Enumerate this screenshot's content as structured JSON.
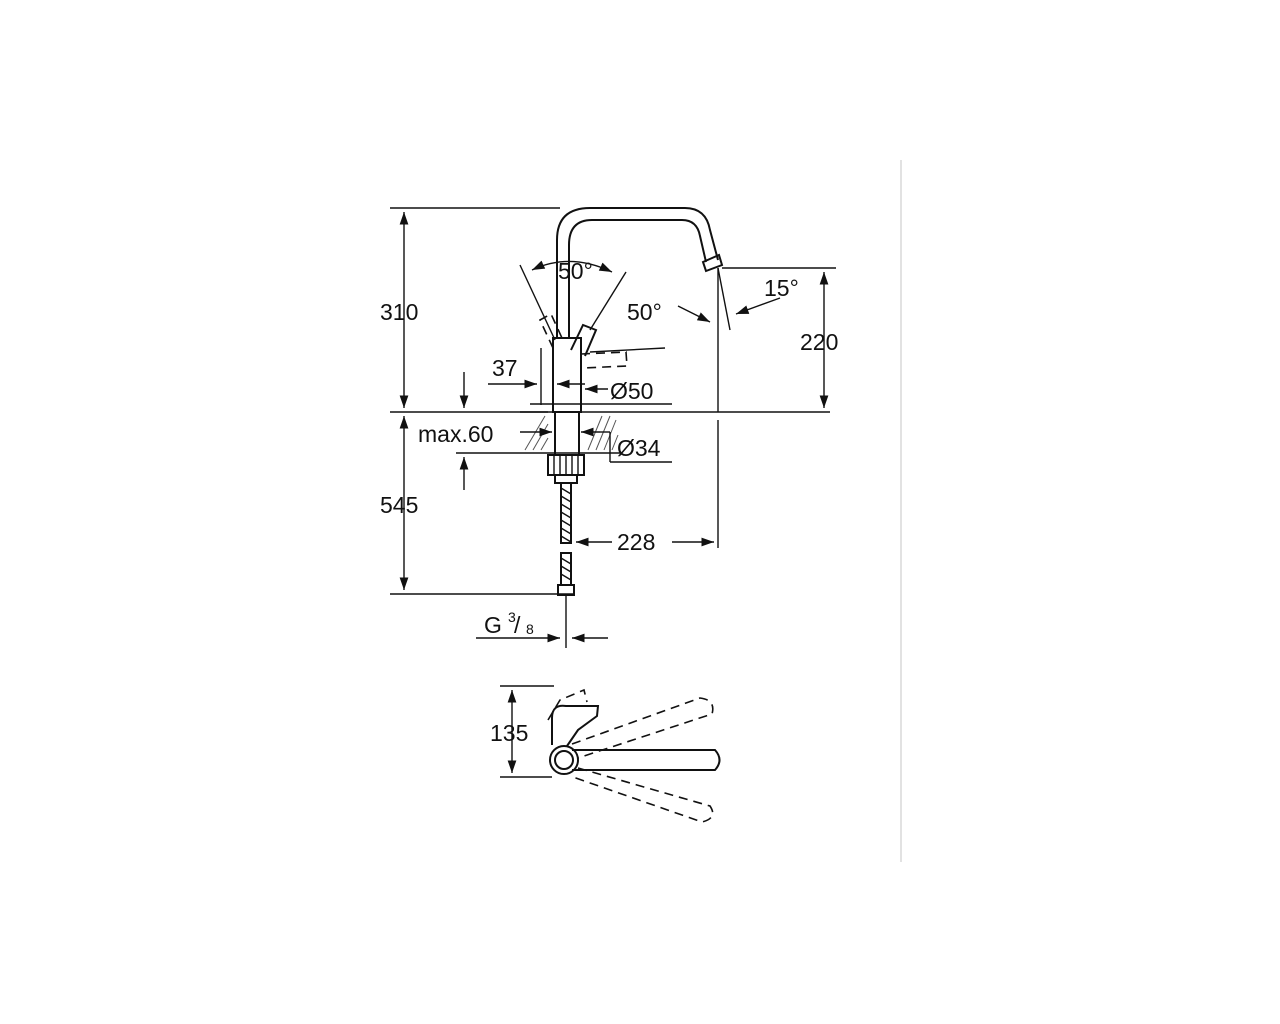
{
  "dimensions": {
    "height_total": "310",
    "spout_height": "220",
    "handle_angle_top": "50°",
    "handle_angle_side": "50°",
    "spout_angle": "15°",
    "handle_offset": "37",
    "body_diameter": "Ø50",
    "max_deck_thickness": "max.60",
    "hole_diameter": "Ø34",
    "hose_length": "545",
    "spout_reach": "228",
    "connection_thread": "G",
    "connection_fraction_num": "3",
    "connection_fraction_den": "8",
    "swivel_depth": "135"
  }
}
